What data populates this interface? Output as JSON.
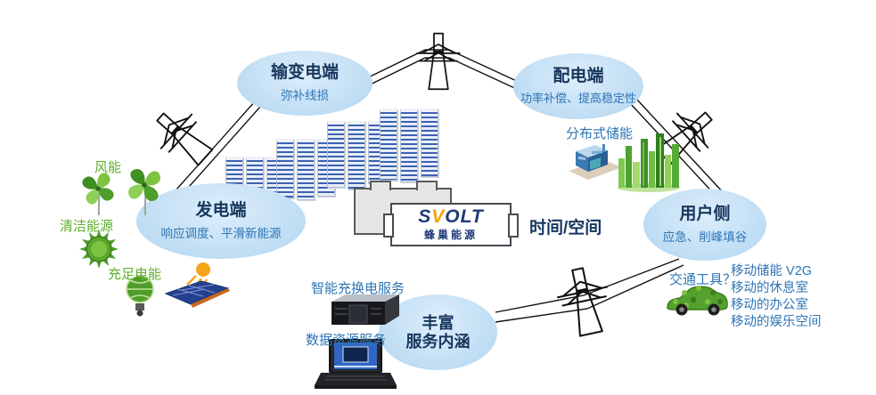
{
  "nodes": {
    "transmission": {
      "title": "输变电端",
      "subtitle": "弥补线损"
    },
    "distribution": {
      "title": "配电端",
      "subtitle": "功率补偿、提高稳定性"
    },
    "generation": {
      "title": "发电端",
      "subtitle": "响应调度、平滑新能源"
    },
    "user_side": {
      "title": "用户侧",
      "subtitle": "应急、削峰填谷"
    },
    "services": {
      "title_line1": "丰富",
      "title_line2": "服务内涵"
    }
  },
  "labels": {
    "wind_energy": "风能",
    "clean_energy": "清洁能源",
    "ample_power": "充足电能",
    "distributed_storage": "分布式储能",
    "smart_charging_service": "智能充换电服务",
    "data_resource_service": "数据资源服务",
    "transport_question": "交通工具？",
    "time_space": "时间/空间"
  },
  "mobility": {
    "items": [
      "移动储能 V2G",
      "移动的休息室",
      "移动的办公室",
      "移动的娱乐空间"
    ]
  },
  "brand": {
    "name_s": "S",
    "name_v": "V",
    "name_olt": "OLT",
    "cn_name": "蜂巢能源"
  },
  "colors": {
    "bubble_fill": "#c5e0f5",
    "title_navy": "#17365d",
    "subtitle_blue": "#2e75b6",
    "label_green": "#5fae2c",
    "logo_orange": "#f2a500",
    "wire_black": "#111111"
  }
}
